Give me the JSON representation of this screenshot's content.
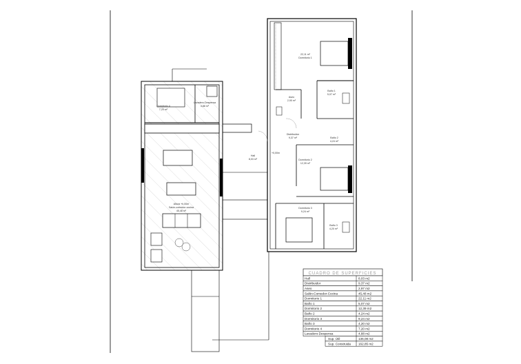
{
  "rooms": {
    "dormitorio1": {
      "name": "Dormitorio 1",
      "area": "22,11 m²"
    },
    "aseo": {
      "name": "Aseo",
      "area": "2,90 m²"
    },
    "bano1": {
      "name": "Baño 1",
      "area": "5,07 m²"
    },
    "distribuidor": {
      "name": "Distribuidor",
      "area": "9,37 m²"
    },
    "bano2": {
      "name": "Baño 2",
      "area": "4,24 m²"
    },
    "hall": {
      "name": "Hall",
      "area": "8,03 m²"
    },
    "dormitorio2": {
      "name": "Dormitorio 2",
      "area": "12,39 m²"
    },
    "dormitorio3": {
      "name": "Dormitorio 3",
      "area": "9,24 m²"
    },
    "bano3": {
      "name": "Baño 3",
      "area": "4,20 m²"
    },
    "dormitorio4": {
      "name": "Dormitorio 4",
      "area": "7,20 m²"
    },
    "lavadero": {
      "name": "Lavadero-Despensa",
      "area": "4,88 m²"
    },
    "salon": {
      "name": "Altura +h,00m",
      "name2": "Salón-comedor-cocina",
      "area": "45,48 m²"
    },
    "level": "+0,00m"
  },
  "table": {
    "title": "CUADRO DE SUPERFICIES",
    "rows": [
      [
        "Hall",
        "8,03 m2"
      ],
      [
        "Distribuidor",
        "9,37 m2"
      ],
      [
        "Aseo",
        "2,97 m2"
      ],
      [
        "Salón-Comedor-Cocina",
        "45,48 m2"
      ],
      [
        "Dormitorio 1",
        "22,11 m2"
      ],
      [
        "Baño 1",
        "5,07 m2"
      ],
      [
        "Dormitorio 2",
        "12,39 m2"
      ],
      [
        "Baño 2",
        "4,24 m2"
      ],
      [
        "Dormitorio 3",
        "9,24 m2"
      ],
      [
        "Baño 3",
        "4,20 m2"
      ],
      [
        "Dormitorio 4",
        "7,20 m2"
      ],
      [
        "Lavadero-Despensa",
        "4,88 m2"
      ]
    ],
    "totals": [
      [
        "Sup. Útil",
        "136,08 m2"
      ],
      [
        "Sup. Construida",
        "162,85 m2"
      ]
    ]
  }
}
